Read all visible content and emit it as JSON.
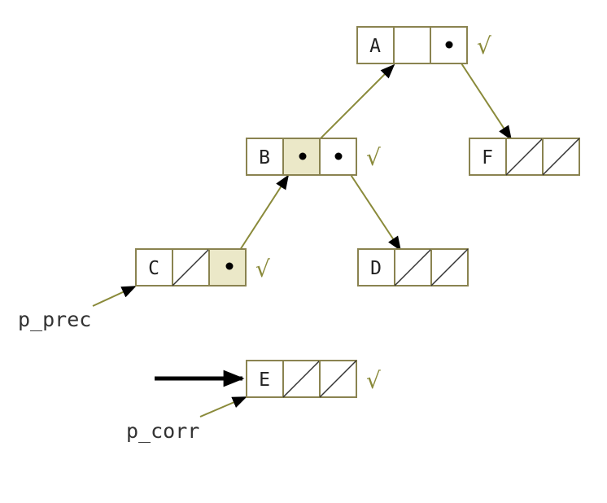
{
  "colors": {
    "border": "#8a8350",
    "accent": "#8a8a3a",
    "highlight": "#ebe8c8",
    "ink": "#000000",
    "text": "#222222"
  },
  "nodes": [
    {
      "id": "A",
      "label": "A",
      "left": "empty",
      "right": "pointer",
      "mark": "√"
    },
    {
      "id": "B",
      "label": "B",
      "left": "pointer",
      "right": "pointer",
      "mark": "√"
    },
    {
      "id": "C",
      "label": "C",
      "left": "null",
      "right": "pointer",
      "mark": "√"
    },
    {
      "id": "D",
      "label": "D",
      "left": "null",
      "right": "null",
      "mark": ""
    },
    {
      "id": "E",
      "label": "E",
      "left": "null",
      "right": "null",
      "mark": "√"
    },
    {
      "id": "F",
      "label": "F",
      "left": "null",
      "right": "null",
      "mark": ""
    }
  ],
  "pointers": {
    "prec": "p_prec",
    "corr": "p_corr"
  },
  "edges": [
    {
      "from": "B.left",
      "to": "A"
    },
    {
      "from": "C.right",
      "to": "B"
    },
    {
      "from": "A.right",
      "to": "F"
    },
    {
      "from": "B.right",
      "to": "D"
    }
  ]
}
